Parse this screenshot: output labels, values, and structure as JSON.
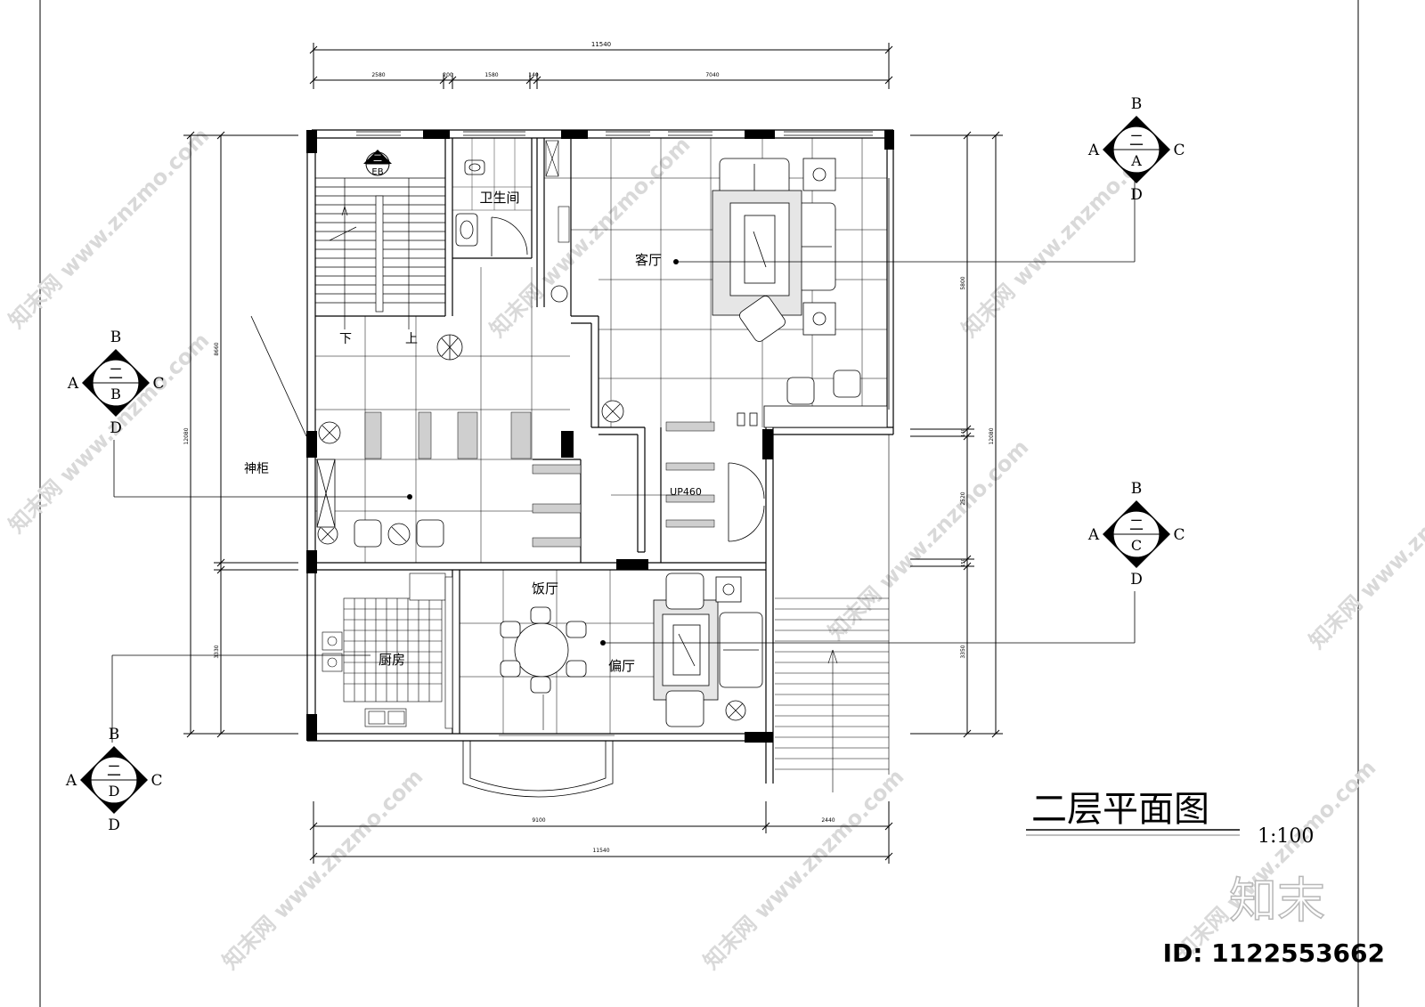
{
  "drawing": {
    "title": "二层平面图",
    "scale": "1:100",
    "id_label": "ID: 1122553662",
    "logo_text": "知末",
    "watermark": "知末网 www.znzmo.com"
  },
  "rooms": {
    "bathroom": "卫生间",
    "living_room": "客厅",
    "shrine_cabinet": "神柜",
    "dining_room": "饭厅",
    "kitchen": "厨房",
    "side_hall": "偏厅"
  },
  "stair": {
    "down": "下",
    "up": "上",
    "up_note": "UP460"
  },
  "dimensions": {
    "top_total": "11540",
    "top_segments": [
      "2580",
      "200",
      "1580",
      "140",
      "7040"
    ],
    "bottom_total": "11540",
    "bottom_segments": [
      "9100",
      "2440"
    ],
    "left_total": "12080",
    "left_segments": [
      "8660",
      "3330"
    ],
    "right_total": "12080",
    "right_segments": [
      "5800",
      "140",
      "2520",
      "150",
      "3350"
    ]
  },
  "elevation_markers": [
    {
      "sheet": "二",
      "view": "A",
      "n": "B",
      "w": "A",
      "e": "C",
      "s": "D"
    },
    {
      "sheet": "二",
      "view": "B",
      "n": "B",
      "w": "A",
      "e": "C",
      "s": "D"
    },
    {
      "sheet": "二",
      "view": "C",
      "n": "B",
      "w": "A",
      "e": "C",
      "s": "D"
    },
    {
      "sheet": "二",
      "view": "D",
      "n": "B",
      "w": "A",
      "e": "C",
      "s": "D"
    }
  ],
  "stair_marker": {
    "top": "二",
    "bottom": "EB"
  }
}
